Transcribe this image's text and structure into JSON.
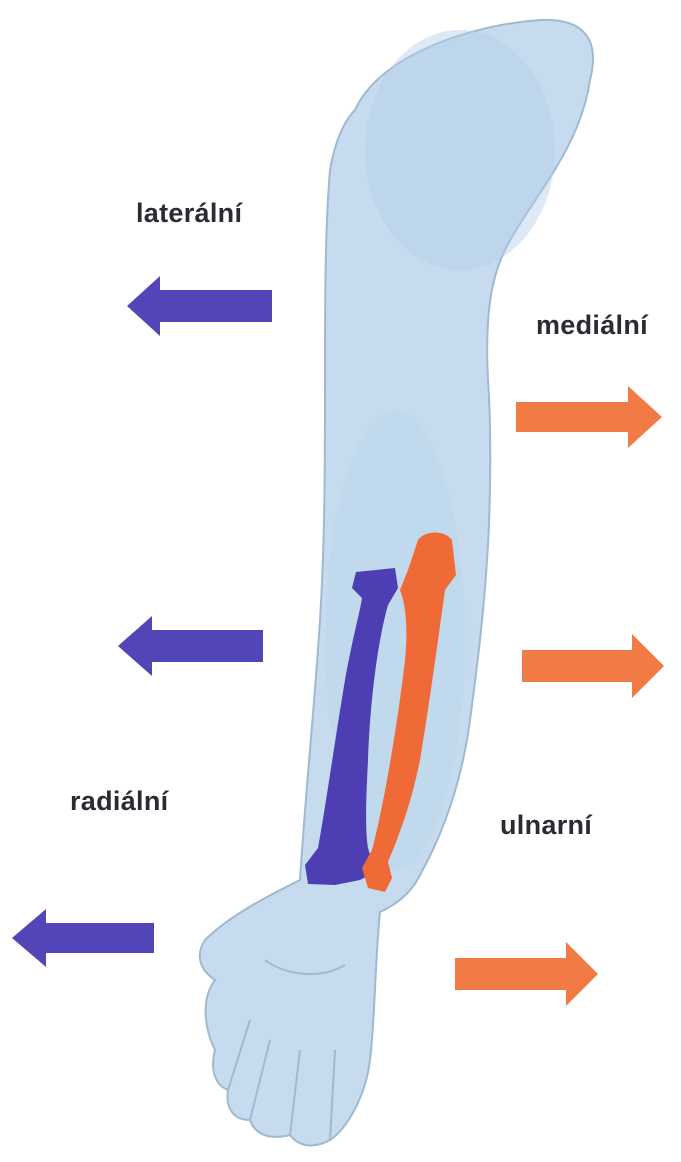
{
  "labels": {
    "lateral": "laterální",
    "medial": "mediální",
    "radial": "radiální",
    "ulnar": "ulnarní"
  },
  "colors": {
    "skin": "#c6dcee",
    "skin_outline": "#9fb9d3",
    "radius_bone": "#4d3fb3",
    "ulna_bone": "#f06a37",
    "arrow_left": "#5245b8",
    "arrow_right": "#f27a45",
    "text": "#2b2b33"
  }
}
